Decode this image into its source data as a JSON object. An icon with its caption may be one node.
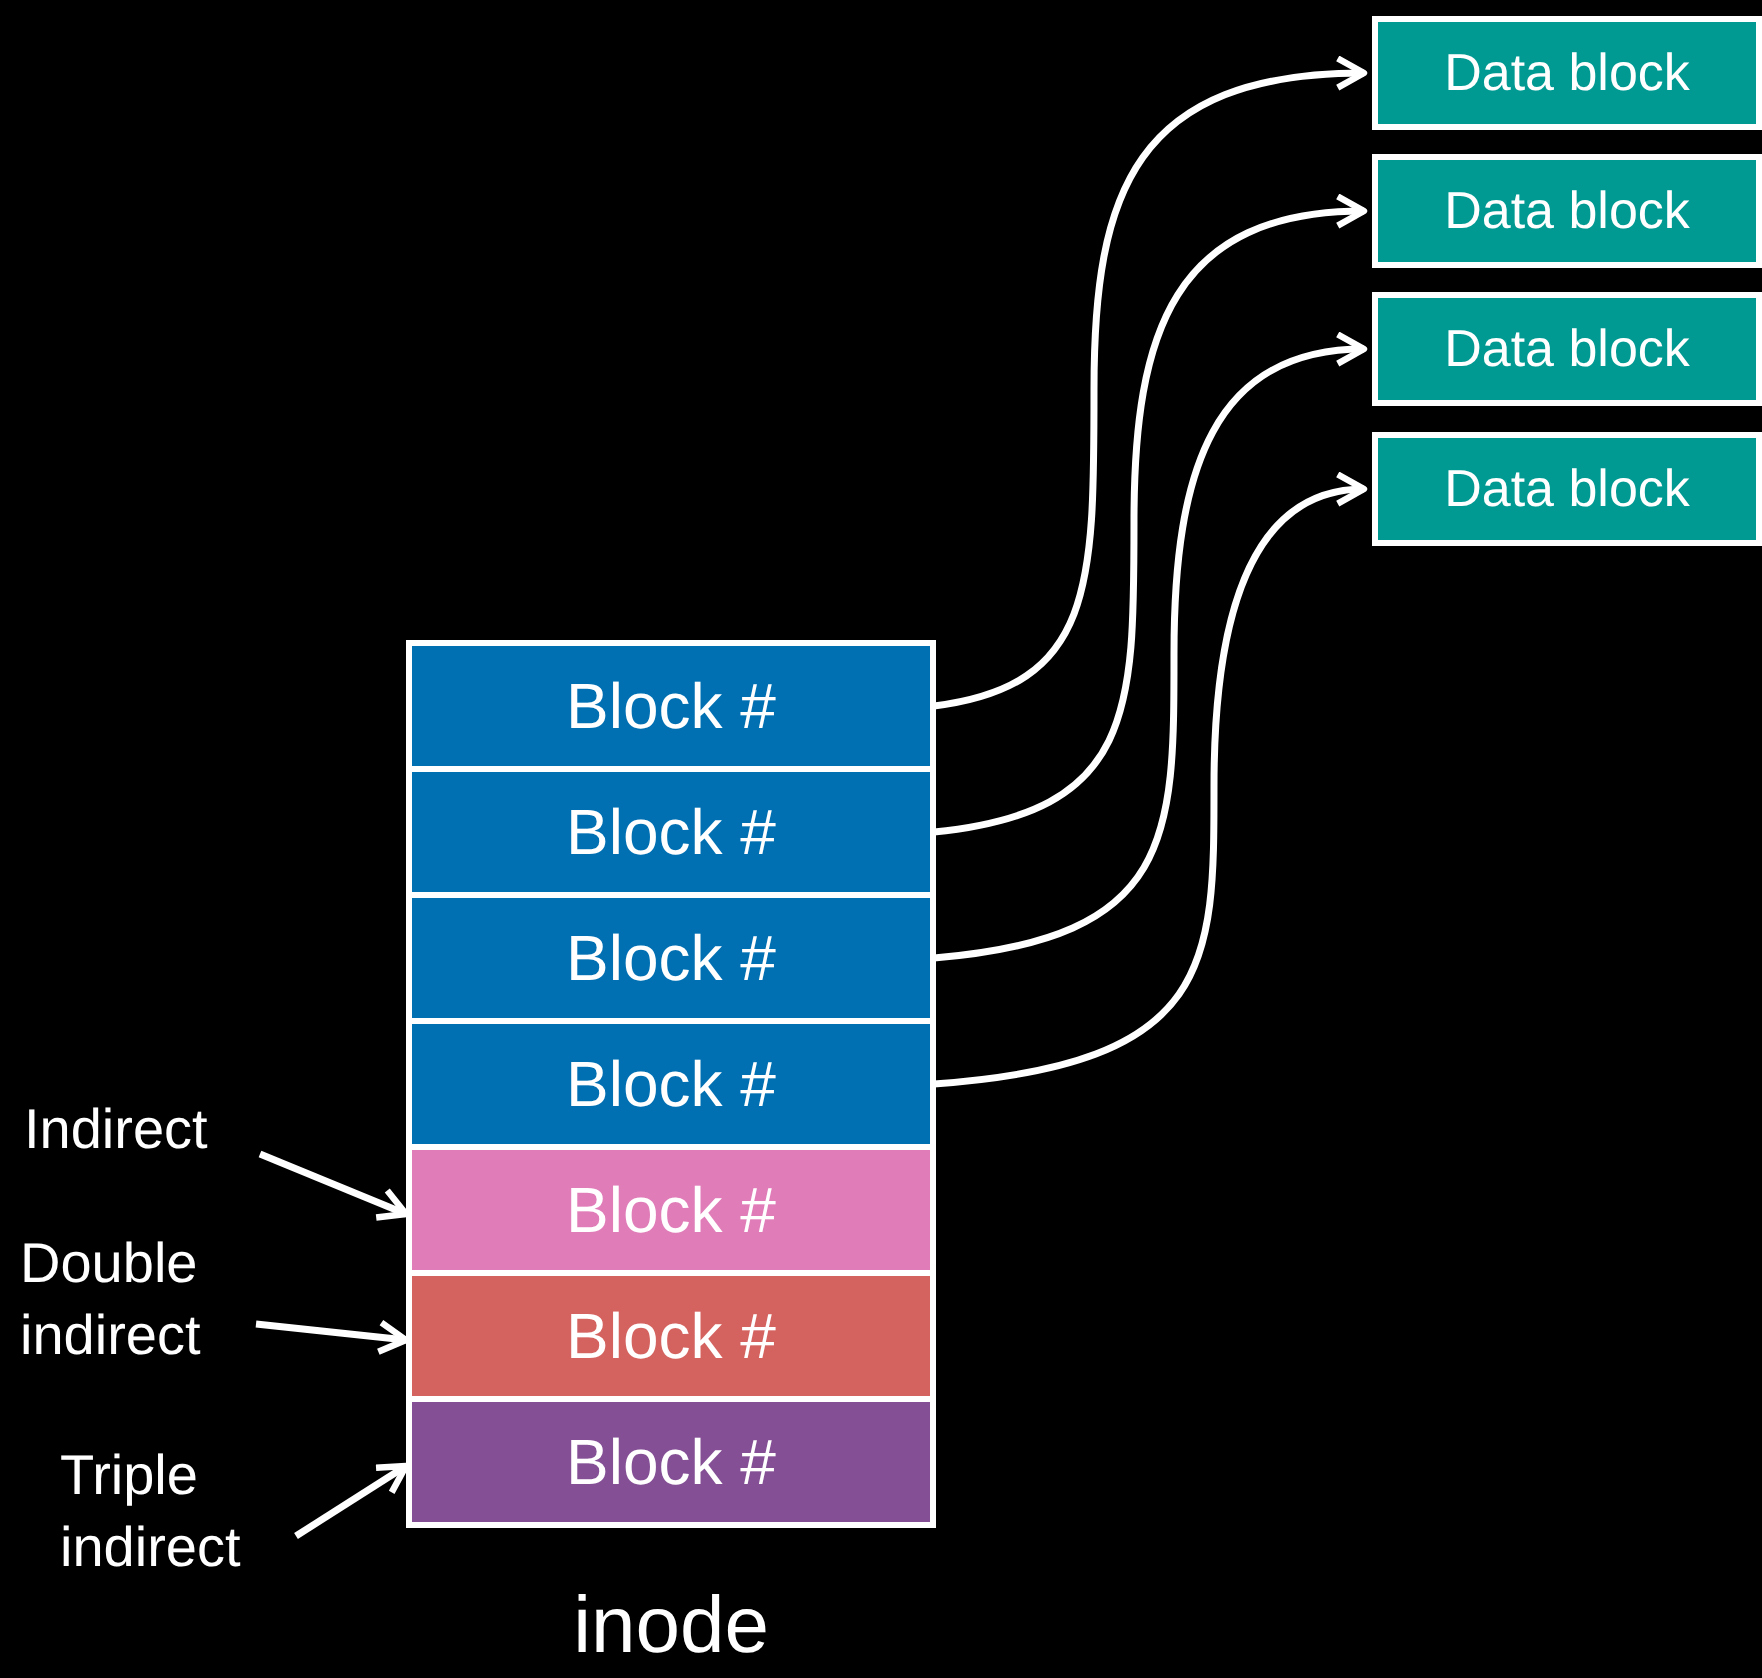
{
  "diagram": {
    "nodes": [
      {
        "text": [
          "inode"
        ]
      },
      {
        "text": [
          "Block #"
        ],
        "in": 0
      },
      {
        "text": [
          "Block #"
        ],
        "in": 0
      },
      {
        "text": [
          "Block #"
        ],
        "in": 0
      },
      {
        "text": [
          "Block #"
        ],
        "in": 0
      },
      {
        "text": [
          "Block #"
        ],
        "in": 0
      },
      {
        "text": [
          "Block #"
        ],
        "in": 0
      },
      {
        "text": [
          "Block #"
        ],
        "in": 0
      },
      {
        "text": [
          "Data block"
        ]
      },
      {
        "text": [
          "Data block"
        ]
      },
      {
        "text": [
          "Data block"
        ]
      },
      {
        "text": [
          "Data block"
        ]
      },
      {
        "text": [
          "Indirect"
        ]
      },
      {
        "text": [
          "Double indirect"
        ]
      },
      {
        "text": [
          "Triple indirect"
        ]
      }
    ],
    "edges": [
      {
        "from": 1,
        "to": 8,
        "arrow": "to"
      },
      {
        "from": 2,
        "to": 9,
        "arrow": "to"
      },
      {
        "from": 3,
        "to": 10,
        "arrow": "to"
      },
      {
        "from": 4,
        "to": 11,
        "arrow": "to"
      },
      {
        "from": 12,
        "to": 5,
        "arrow": "to"
      },
      {
        "from": 13,
        "to": 6,
        "arrow": "to"
      },
      {
        "from": 14,
        "to": 7,
        "arrow": "to"
      }
    ]
  }
}
